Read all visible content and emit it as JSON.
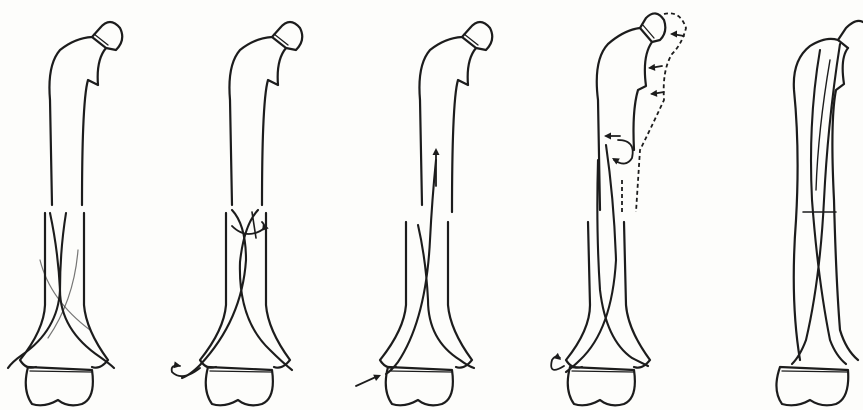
{
  "figure": {
    "panel_count": 5,
    "line_color": "#1c1c1c",
    "background_color": "#fdfdfb",
    "panels": [
      {
        "stage": 1,
        "elements": [
          "femur-proximal-fragment",
          "femur-distal-fragment",
          "crossed-elastic-nails"
        ]
      },
      {
        "stage": 2,
        "elements": [
          "femur-proximal-fragment",
          "femur-distal-fragment",
          "crossed-elastic-nails",
          "rotation-arrow",
          "insertion-arrow"
        ]
      },
      {
        "stage": 3,
        "elements": [
          "femur-proximal-fragment",
          "femur-distal-fragment",
          "crossed-elastic-nails",
          "advance-arrow",
          "insertion-arrow"
        ]
      },
      {
        "stage": 4,
        "elements": [
          "femur-proximal-fragment",
          "femur-distal-fragment",
          "crossed-elastic-nails",
          "dashed-outline",
          "correction-arrows",
          "rotation-arrow"
        ]
      },
      {
        "stage": 5,
        "elements": [
          "femur-whole",
          "crossed-elastic-nails",
          "fracture-line"
        ]
      }
    ]
  }
}
